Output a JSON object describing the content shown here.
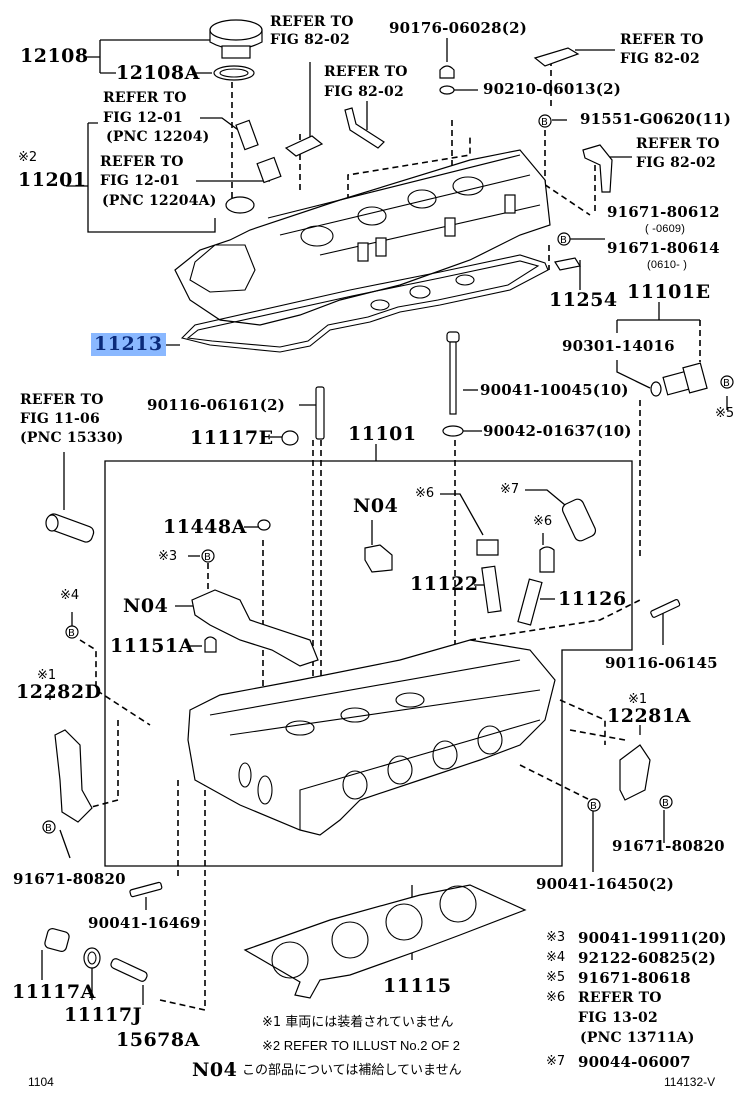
{
  "diagram": {
    "type": "exploded parts diagram",
    "subject": "Cylinder head / cylinder head cover assembly",
    "highlight_color": "#8ab8ff",
    "highlighted_part": "11213",
    "page_code_left": "1104",
    "page_code_right": "114132-V"
  },
  "labels": {
    "p12108": "12108",
    "p12108A": "12108A",
    "ref_top_a1": "REFER TO",
    "ref_top_a2": "FIG 82-02",
    "ref_1201_a1": "REFER TO",
    "ref_1201_a2": "FIG 12-01",
    "ref_1201_a3": "(PNC 12204)",
    "mark2": "※2",
    "p11201": "11201",
    "ref_1201_b1": "REFER TO",
    "ref_1201_b2": "FIG 12-01",
    "ref_1201_b3": "(PNC 12204A)",
    "ref_mid_1": "REFER TO",
    "ref_mid_2": "FIG 82-02",
    "p90176": "90176-06028(2)",
    "ref_tr1_1": "REFER TO",
    "ref_tr1_2": "FIG 82-02",
    "p90210": "90210-06013(2)",
    "p91551": "91551-G0620(11)",
    "ref_tr2_1": "REFER TO",
    "ref_tr2_2": "FIG 82-02",
    "p91671_80612": "91671-80612",
    "p91671_80612_range": "(     -0609)",
    "p91671_80614": "91671-80614",
    "p91671_80614_range": "(0610-     )",
    "p11254": "11254",
    "p11101E": "11101E",
    "p11213": "11213",
    "p90301": "90301-14016",
    "ref_1106_1": "REFER TO",
    "ref_1106_2": "FIG 11-06",
    "ref_1106_3": "(PNC 15330)",
    "p90116_06161": "90116-06161(2)",
    "p90041_10045": "90041-10045(10)",
    "mark5": "※5",
    "p11117E": "11117E",
    "p11101": "11101",
    "p90042": "90042-01637(10)",
    "mark6a": "※6",
    "mark7": "※7",
    "n04_a": "N04",
    "mark6b": "※6",
    "p11448A": "11448A",
    "mark3": "※3",
    "p11122": "11122",
    "p11126": "11126",
    "n04_b": "N04",
    "mark4": "※4",
    "p11151A": "11151A",
    "p90116_06145": "90116-06145",
    "mark1a": "※1",
    "p12282D": "12282D",
    "mark1b": "※1",
    "p12281A": "12281A",
    "p91671_80820_l": "91671-80820",
    "p91671_80820_r": "91671-80820",
    "p90041_16450": "90041-16450(2)",
    "p90041_16469": "90041-16469",
    "p11115": "11115",
    "p11117A": "11117A",
    "p11117J": "11117J",
    "p15678A": "15678A",
    "bolt_mark": "B"
  },
  "legend": {
    "items": [
      {
        "mark": "※3",
        "text": "90041-19911(20)"
      },
      {
        "mark": "※4",
        "text": "92122-60825(2)"
      },
      {
        "mark": "※5",
        "text": "91671-80618"
      },
      {
        "mark": "※6",
        "text": "REFER TO"
      },
      {
        "mark": "",
        "text": "FIG 13-02"
      },
      {
        "mark": "",
        "text": "(PNC 13711A)"
      },
      {
        "mark": "※7",
        "text": "90044-06007"
      }
    ]
  },
  "notes": {
    "note1": "※1 車両には装着されていません",
    "note2": "※2 REFER TO ILLUST No.2 OF 2",
    "n04_label": "N04",
    "n04_text": "この部品については補給していません"
  }
}
